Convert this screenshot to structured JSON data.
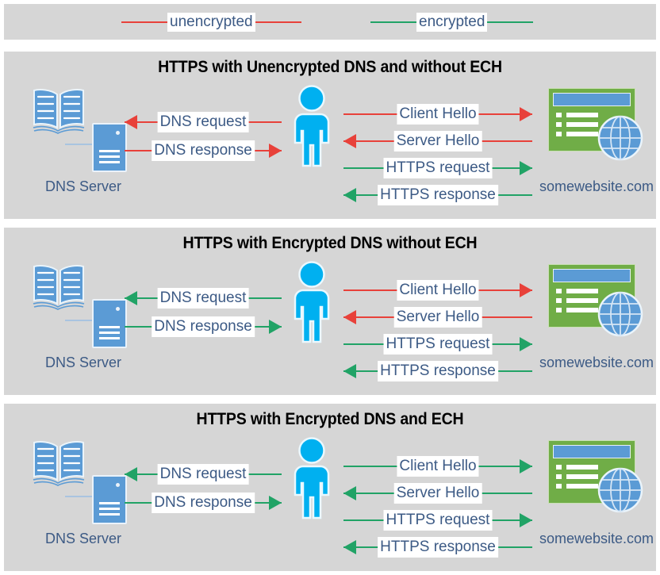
{
  "colors": {
    "panel_bg": "#d6d6d6",
    "page_bg": "#ffffff",
    "unencrypted": "#e8413a",
    "encrypted": "#21a366",
    "label_text": "#3c5a85",
    "title_text": "#000000",
    "person": "#00b0f0",
    "server_blue": "#5b9bd5",
    "browser_green": "#70ad47"
  },
  "legend": {
    "items": [
      {
        "label": "unencrypted",
        "color_key": "unencrypted",
        "icon": "line-segment-icon"
      },
      {
        "label": "encrypted",
        "color_key": "encrypted",
        "icon": "line-segment-icon"
      }
    ]
  },
  "panels": [
    {
      "title": "HTTPS with Unencrypted DNS and without ECH",
      "dns_caption": "DNS Server",
      "site_caption": "somewebsite.com",
      "dns_flows": [
        {
          "label": "DNS request",
          "direction": "left",
          "state": "unencrypted"
        },
        {
          "label": "DNS response",
          "direction": "right",
          "state": "unencrypted"
        }
      ],
      "web_flows": [
        {
          "label": "Client Hello",
          "direction": "right",
          "state": "unencrypted"
        },
        {
          "label": "Server Hello",
          "direction": "left",
          "state": "unencrypted"
        },
        {
          "label": "HTTPS request",
          "direction": "right",
          "state": "encrypted"
        },
        {
          "label": "HTTPS response",
          "direction": "left",
          "state": "encrypted"
        }
      ]
    },
    {
      "title": "HTTPS with Encrypted DNS without ECH",
      "dns_caption": "DNS Server",
      "site_caption": "somewebsite.com",
      "dns_flows": [
        {
          "label": "DNS request",
          "direction": "left",
          "state": "encrypted"
        },
        {
          "label": "DNS response",
          "direction": "right",
          "state": "encrypted"
        }
      ],
      "web_flows": [
        {
          "label": "Client Hello",
          "direction": "right",
          "state": "unencrypted"
        },
        {
          "label": "Server Hello",
          "direction": "left",
          "state": "unencrypted"
        },
        {
          "label": "HTTPS request",
          "direction": "right",
          "state": "encrypted"
        },
        {
          "label": "HTTPS response",
          "direction": "left",
          "state": "encrypted"
        }
      ]
    },
    {
      "title": "HTTPS with Encrypted DNS and ECH",
      "dns_caption": "DNS Server",
      "site_caption": "somewebsite.com",
      "dns_flows": [
        {
          "label": "DNS request",
          "direction": "left",
          "state": "encrypted"
        },
        {
          "label": "DNS response",
          "direction": "right",
          "state": "encrypted"
        }
      ],
      "web_flows": [
        {
          "label": "Client Hello",
          "direction": "right",
          "state": "encrypted"
        },
        {
          "label": "Server Hello",
          "direction": "left",
          "state": "encrypted"
        },
        {
          "label": "HTTPS request",
          "direction": "right",
          "state": "encrypted"
        },
        {
          "label": "HTTPS response",
          "direction": "left",
          "state": "encrypted"
        }
      ]
    }
  ],
  "icons": {
    "dns_book": "open-book-icon",
    "dns_rack": "server-rack-icon",
    "person": "user-person-icon",
    "browser": "browser-window-icon",
    "globe": "globe-icon"
  }
}
